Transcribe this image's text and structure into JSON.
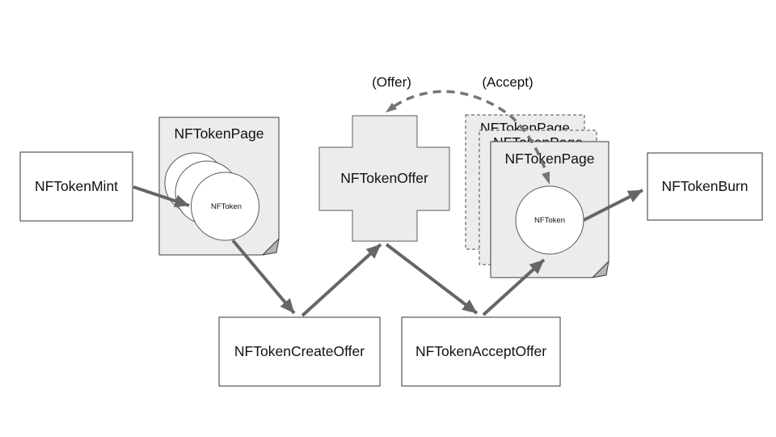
{
  "nodes": {
    "mint": {
      "label": "NFTokenMint"
    },
    "page1": {
      "title": "NFTokenPage",
      "token_label": "NFToken"
    },
    "offer": {
      "label": "NFTokenOffer"
    },
    "create_offer": {
      "label": "NFTokenCreateOffer"
    },
    "accept_offer": {
      "label": "NFTokenAcceptOffer"
    },
    "page2": {
      "back_page_title": "NFTokenPage",
      "middle_page_title": "NFTokenPage",
      "title": "NFTokenPage",
      "token_label": "NFToken"
    },
    "burn": {
      "label": "NFTokenBurn"
    }
  },
  "annotations": {
    "offer_arrow_label": "(Offer)",
    "accept_arrow_label": "(Accept)"
  },
  "colors": {
    "background": "#ffffff",
    "page_fill": "#ececec",
    "box_fill": "#ffffff",
    "box_border": "#333333",
    "fold_fill": "#b5b5b5",
    "arrow": "#666666",
    "dashed_arrow": "#757575",
    "text": "#111111"
  }
}
